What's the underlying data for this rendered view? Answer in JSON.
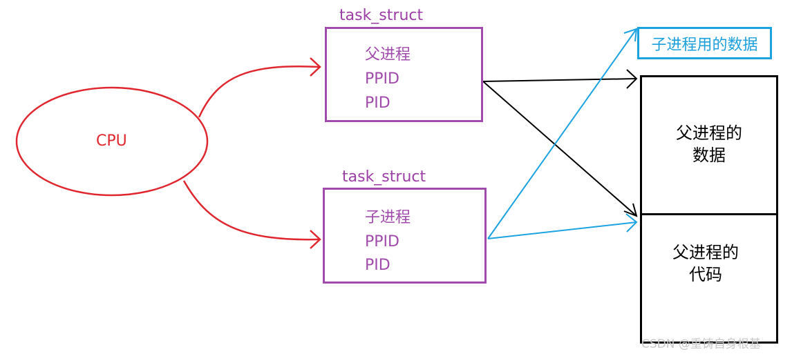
{
  "cpu": {
    "label": "CPU"
  },
  "parent_task": {
    "struct_label": "task_struct",
    "name": "父进程",
    "ppid_label": "PPID",
    "pid_label": "PID"
  },
  "child_task": {
    "struct_label": "task_struct",
    "name": "子进程",
    "ppid_label": "PPID",
    "pid_label": "PID"
  },
  "memory": {
    "child_data_label": "子进程用的数据",
    "parent_data_line1": "父进程的",
    "parent_data_line2": "数据",
    "parent_code_line1": "父进程的",
    "parent_code_line2": "代码"
  },
  "watermark": "CSDN @重铸自身根基",
  "colors": {
    "cpu": "#e0262e",
    "task_box": "#a04aab",
    "parent_arrows": "#000000",
    "child_arrows": "#1aa3e0"
  }
}
